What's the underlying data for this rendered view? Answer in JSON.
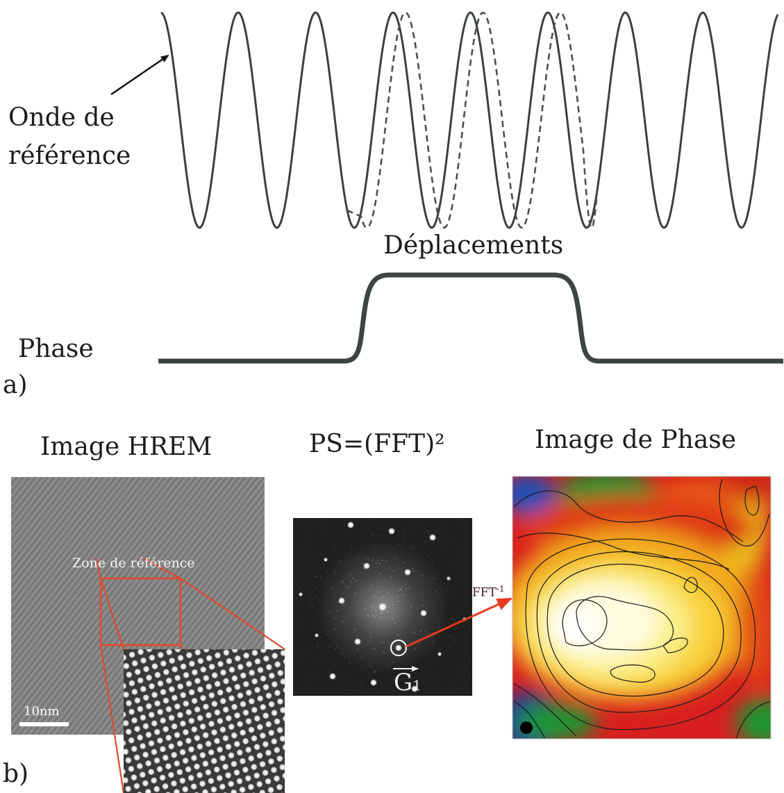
{
  "panel_a": {
    "label": "a)",
    "reference_wave_label_line1": "Onde de",
    "reference_wave_label_line2": "référence",
    "displacements_label": "Déplacements",
    "phase_label": "Phase"
  },
  "panel_b": {
    "label": "b)",
    "hrem_title": "Image HREM",
    "ps_title": "PS=(FFT)²",
    "phase_image_title": "Image de Phase",
    "reference_zone_label": "Zone de référence",
    "scale_bar_label": "10nm",
    "fft_inverse_label": "FFT",
    "fft_inverse_exponent": "-1",
    "g_vector_label": "G",
    "g_vector_subscript": "1"
  },
  "colors": {
    "wave": "#3a3f3f",
    "phase_curve": "#3d4444",
    "arrow_red": "#e8391e",
    "zone_red": "#e0492c",
    "hrem_bg": "#8a8a8a",
    "fft_bg": "#202020"
  }
}
